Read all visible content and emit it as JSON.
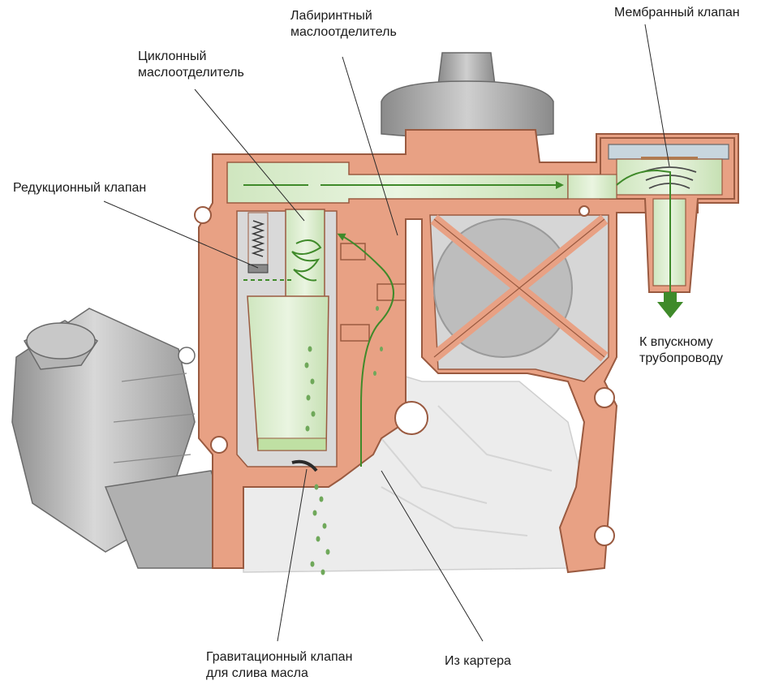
{
  "labels": {
    "labyrinth_separator": [
      "Лабиринтный",
      "маслоотделитель"
    ],
    "membrane_valve": [
      "Мембранный клапан"
    ],
    "cyclone_separator": [
      "Циклонный",
      "маслоотделитель"
    ],
    "pressure_reducing_valve": [
      "Редукционный клапан"
    ],
    "to_intake_manifold": [
      "К впускному",
      "трубопроводу"
    ],
    "gravity_drain_valve": [
      "Гравитационный клапан",
      "для слива масла"
    ],
    "from_crankcase": [
      "Из картера"
    ]
  },
  "colors": {
    "housing": "#e8a184",
    "housing_stroke": "#9a5a40",
    "gas_channel": "#d7ebc8",
    "flow_arrow": "#3f8a2a",
    "oil": "#bfe0a3",
    "grey_metal": "#c9c9c9",
    "background_casting": "#ececec",
    "leader_line": "#2a2a2a"
  }
}
